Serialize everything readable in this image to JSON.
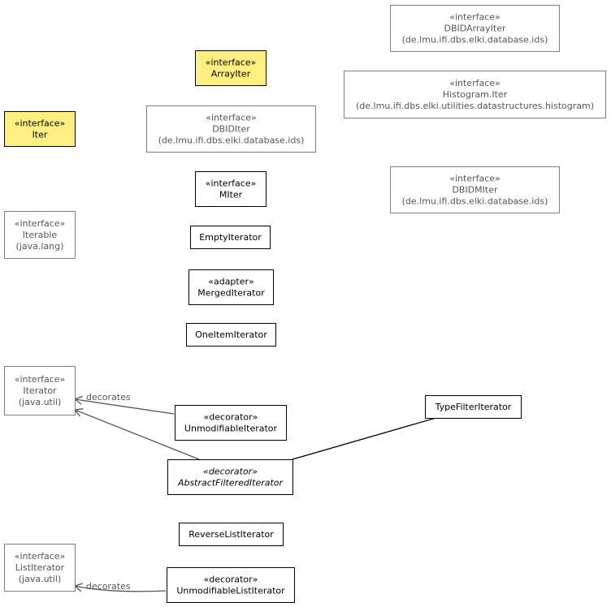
{
  "colors": {
    "highlight_fill": "#ffef80",
    "plain_fill": "#ffffff",
    "strong_border": "#000000",
    "muted_border": "#808080",
    "muted_text": "#555555",
    "edge_color": "#000000",
    "edge_muted": "#555555"
  },
  "nodes": [
    {
      "id": "iter",
      "lines": [
        "«interface»",
        "Iter"
      ],
      "fill": "highlight",
      "border": "strong"
    },
    {
      "id": "arrayiter",
      "lines": [
        "«interface»",
        "ArrayIter"
      ],
      "fill": "highlight",
      "border": "strong"
    },
    {
      "id": "dbidarrayiter",
      "lines": [
        "«interface»",
        "DBIDArrayIter",
        "(de.lmu.ifi.dbs.elki.database.ids)"
      ],
      "fill": "plain",
      "border": "muted"
    },
    {
      "id": "histogramiter",
      "lines": [
        "«interface»",
        "Histogram.Iter",
        "(de.lmu.ifi.dbs.elki.utilities.datastructures.histogram)"
      ],
      "fill": "plain",
      "border": "muted"
    },
    {
      "id": "dbiditer",
      "lines": [
        "«interface»",
        "DBIDIter",
        "(de.lmu.ifi.dbs.elki.database.ids)"
      ],
      "fill": "plain",
      "border": "muted"
    },
    {
      "id": "miter",
      "lines": [
        "«interface»",
        "MIter"
      ],
      "fill": "plain",
      "border": "strong"
    },
    {
      "id": "dbidmiter",
      "lines": [
        "«interface»",
        "DBIDMIter",
        "(de.lmu.ifi.dbs.elki.database.ids)"
      ],
      "fill": "plain",
      "border": "muted"
    },
    {
      "id": "iterable",
      "lines": [
        "«interface»",
        "Iterable",
        "(java.lang)"
      ],
      "fill": "plain",
      "border": "muted"
    },
    {
      "id": "emptyiterator",
      "lines": [
        "EmptyIterator"
      ],
      "fill": "plain",
      "border": "strong"
    },
    {
      "id": "mergediterator",
      "lines": [
        "«adapter»",
        "MergedIterator"
      ],
      "fill": "plain",
      "border": "strong"
    },
    {
      "id": "oneitemiterator",
      "lines": [
        "OneItemIterator"
      ],
      "fill": "plain",
      "border": "strong"
    },
    {
      "id": "iterator",
      "lines": [
        "«interface»",
        "Iterator",
        "(java.util)"
      ],
      "fill": "plain",
      "border": "muted"
    },
    {
      "id": "typefilteriterator",
      "lines": [
        "TypeFilterIterator"
      ],
      "fill": "plain",
      "border": "strong"
    },
    {
      "id": "unmodifiableiterator",
      "lines": [
        "«decorator»",
        "UnmodifiableIterator"
      ],
      "fill": "plain",
      "border": "strong"
    },
    {
      "id": "abstractfilterediterator",
      "lines": [
        "«decorator»",
        "AbstractFilteredIterator"
      ],
      "fill": "plain",
      "border": "strong",
      "italic": true
    },
    {
      "id": "reverselistiterator",
      "lines": [
        "ReverseListIterator"
      ],
      "fill": "plain",
      "border": "strong"
    },
    {
      "id": "listiterator",
      "lines": [
        "«interface»",
        "ListIterator",
        "(java.util)"
      ],
      "fill": "plain",
      "border": "muted"
    },
    {
      "id": "unmodifiablelistiterator",
      "lines": [
        "«decorator»",
        "UnmodifiableListIterator"
      ],
      "fill": "plain",
      "border": "strong"
    }
  ],
  "edge_labels": {
    "decorates_iterator": "decorates",
    "decorates_listiterator": "decorates"
  }
}
